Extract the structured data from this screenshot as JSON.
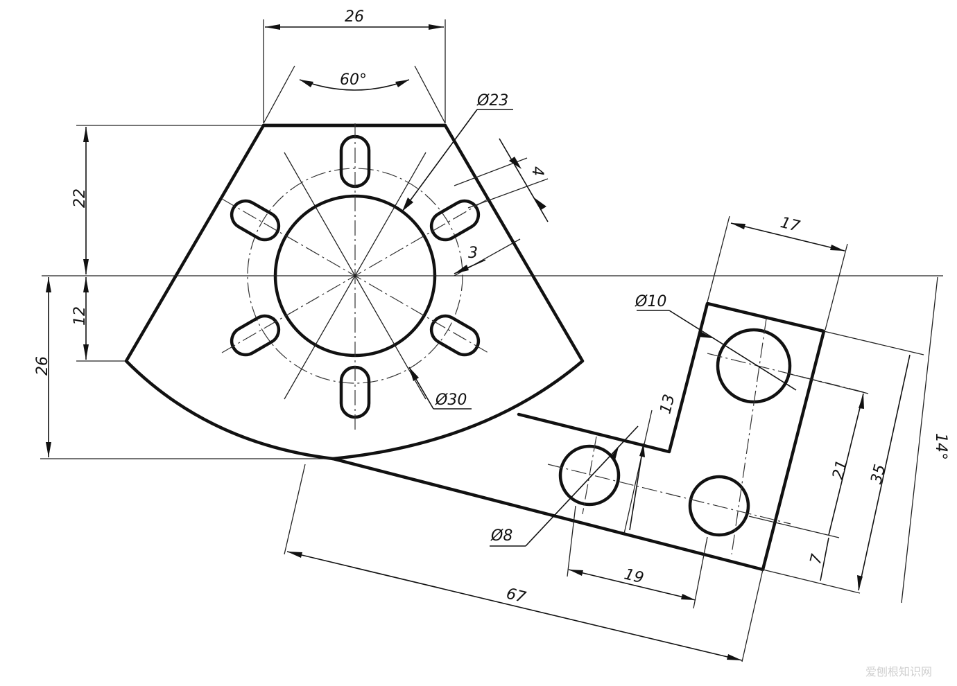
{
  "dimensions": {
    "top_width": "26",
    "angle": "60°",
    "hole_circle": "Ø23",
    "slot_width": "4",
    "slot_offset": "3",
    "top_height": "22",
    "mid_height": "12",
    "total_height": "26",
    "bolt_circle": "Ø30",
    "plate_width": "17",
    "big_hole": "Ø10",
    "step_height": "13",
    "small_hole": "Ø8",
    "hole_spacing_v": "21",
    "plate_height": "35",
    "plate_angle": "14°",
    "bottom_offset": "7",
    "hole_spacing_h": "19",
    "overall_length": "67"
  },
  "watermark": "爱刨根知识网"
}
